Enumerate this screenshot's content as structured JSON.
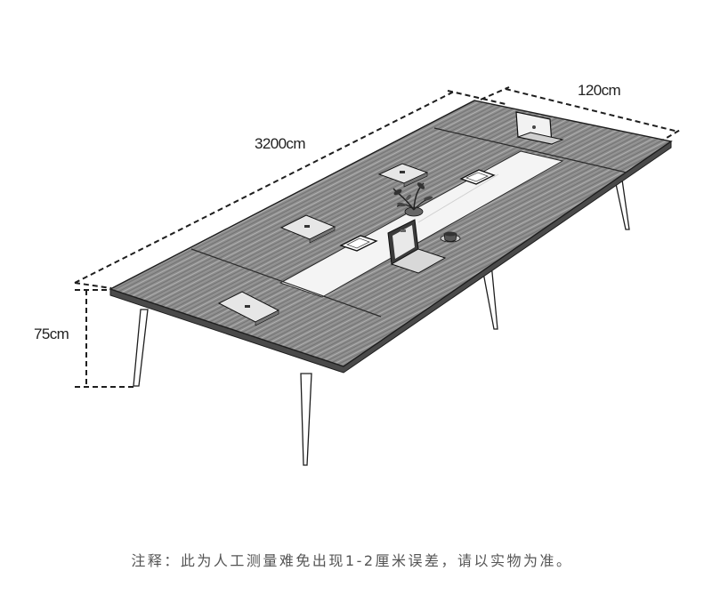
{
  "dimensions": {
    "length": "3200cm",
    "width": "120cm",
    "height": "75cm"
  },
  "note": "注释：此为人工测量难免出现1-2厘米误差，请以实物为准。",
  "colors": {
    "wood_fill": "#8f8f8f",
    "line": "#1e1e1e",
    "glass": "#f4f4f4",
    "text": "#222222",
    "note_text": "#555555"
  },
  "icons": [
    "laptop-icon",
    "laptop-icon",
    "power-socket-icon",
    "power-socket-icon",
    "power-socket-icon",
    "cable-box-icon",
    "cable-box-icon",
    "plant-icon",
    "cup-icon"
  ]
}
